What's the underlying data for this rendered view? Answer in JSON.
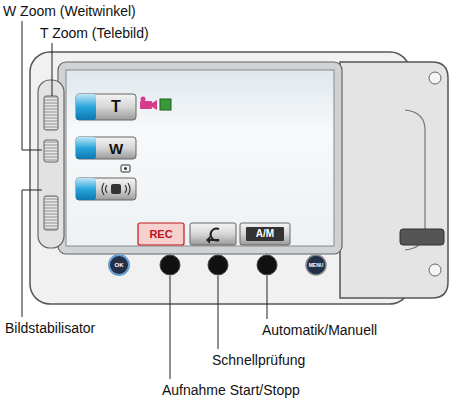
{
  "diagram": {
    "labels": [
      "W Zoom (Weitwinkel)",
      "T Zoom (Telebild)",
      "T",
      "W",
      "REC",
      "A/M",
      "OK",
      "MENU",
      "Bildstabilisator",
      "Automatik/Manuell",
      "Schnellprüfung",
      "Aufnahme Start/Stopp"
    ]
  }
}
